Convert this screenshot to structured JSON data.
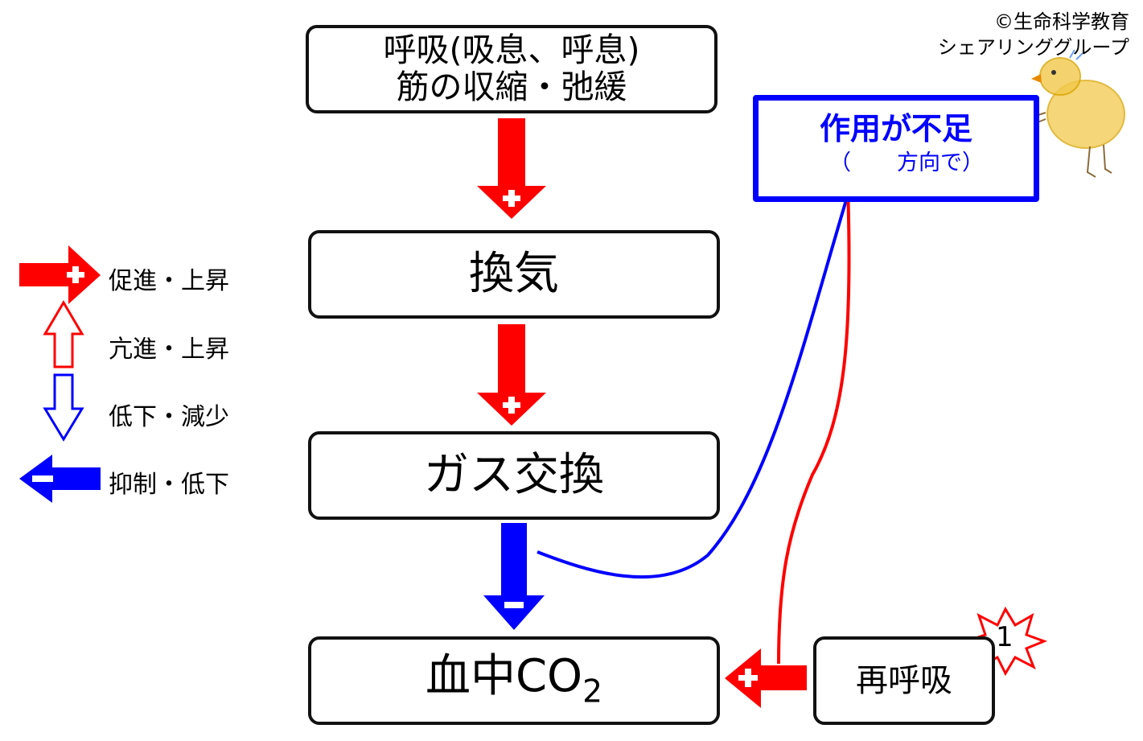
{
  "boxes": {
    "respiration": {
      "line1": "呼吸(吸息、呼息)",
      "line2": "筋の収縮・弛緩"
    },
    "ventilation": "換気",
    "gas_exchange": "ガス交換",
    "blood_co2": {
      "prefix": "血中CO",
      "subscript": "2"
    },
    "rebreathing": "再呼吸",
    "deficit": {
      "title": "作用が不足",
      "paren_open": "（",
      "sub": "方向で）"
    }
  },
  "legend": [
    {
      "label": "促進・上昇"
    },
    {
      "label": "亢進・上昇"
    },
    {
      "label": "低下・減少"
    },
    {
      "label": "抑制・低下"
    }
  ],
  "copyright": {
    "line1": "©生命科学教育",
    "line2": "シェアリンググループ"
  },
  "star_number": "1",
  "colors": {
    "red": "#ff0000",
    "blue": "#0000ff",
    "chick": "#f2c94c"
  }
}
